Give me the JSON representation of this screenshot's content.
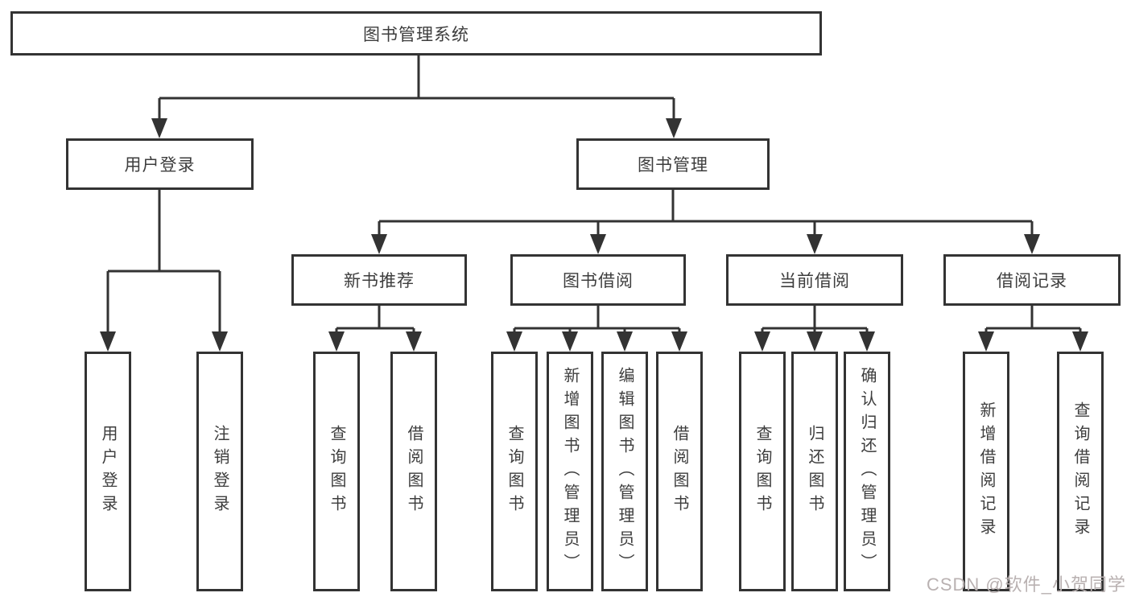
{
  "diagram": {
    "root": "图书管理系统",
    "login_branch": {
      "label": "用户登录",
      "children": [
        "用户登录",
        "注销登录"
      ]
    },
    "manage_branch": {
      "label": "图书管理",
      "sections": [
        {
          "label": "新书推荐",
          "children": [
            "查询图书",
            "借阅图书"
          ]
        },
        {
          "label": "图书借阅",
          "children": [
            "查询图书",
            "新增图书（管理员）",
            "编辑图书（管理员）",
            "借阅图书"
          ]
        },
        {
          "label": "当前借阅",
          "children": [
            "查询图书",
            "归还图书",
            "确认归还（管理员）"
          ]
        },
        {
          "label": "借阅记录",
          "children": [
            "新增借阅记录",
            "查询借阅记录"
          ]
        }
      ]
    }
  },
  "watermark": "CSDN @软件_小贺同学",
  "colors": {
    "line": "#333333",
    "text": "#3d3d3d",
    "watermark": "#b9b1b1",
    "background": "#ffffff"
  }
}
